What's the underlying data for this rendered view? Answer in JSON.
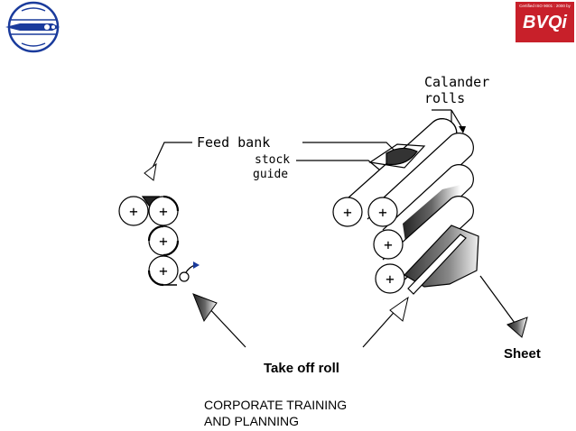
{
  "diagram": {
    "labels": {
      "feed_bank": "Feed bank",
      "stock_guide_1": "stock",
      "stock_guide_2": "guide",
      "calander_1": "Calander",
      "calander_2": "rolls",
      "take_off": "Take off roll",
      "sheet": "Sheet"
    },
    "roll_symbol": "+"
  },
  "logos": {
    "right_cert": "Certified ISO 9001 : 2000 by",
    "right_brand": "BVQi"
  },
  "footer": {
    "line1": "CORPORATE TRAINING",
    "line2": "AND PLANNING"
  }
}
